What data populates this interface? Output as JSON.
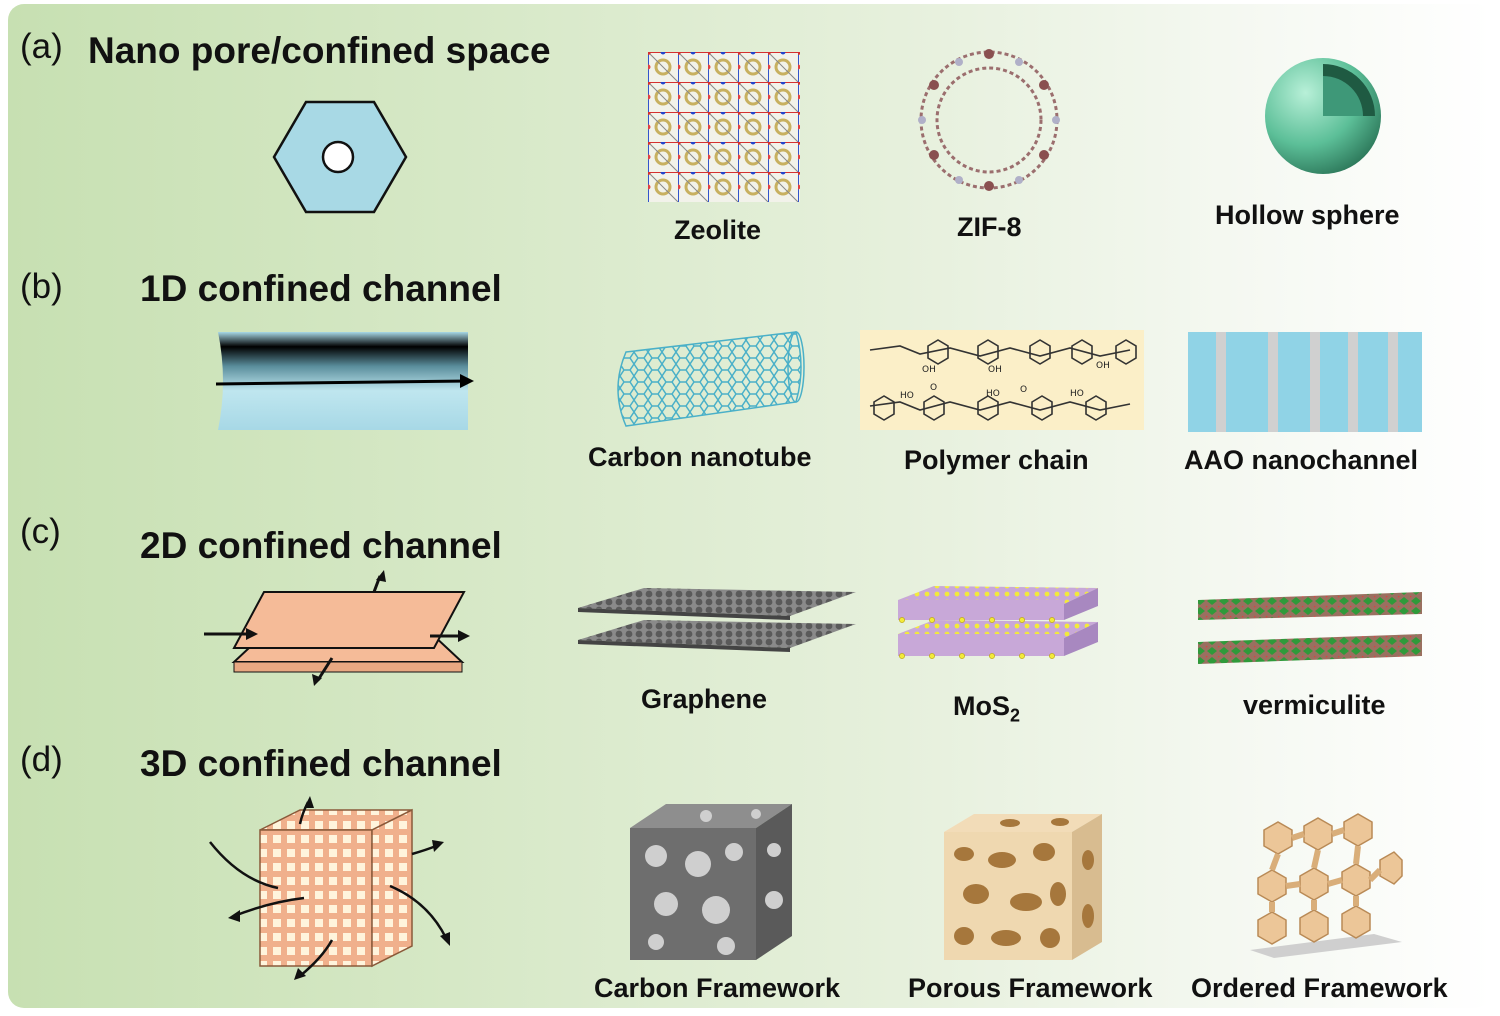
{
  "rows": [
    {
      "letter": "(a)",
      "heading": "Nano pore/confined space",
      "items": [
        "Zeolite",
        "ZIF-8",
        "Hollow sphere"
      ]
    },
    {
      "letter": "(b)",
      "heading": "1D confined channel",
      "items": [
        "Carbon nanotube",
        "Polymer chain",
        "AAO nanochannel"
      ]
    },
    {
      "letter": "(c)",
      "heading": "2D confined channel",
      "items": [
        "Graphene",
        "MoS",
        "vermiculite"
      ],
      "mos2_subscript": "2"
    },
    {
      "letter": "(d)",
      "heading": "3D confined channel",
      "items": [
        "Carbon  Framework",
        "Porous Framework",
        "Ordered Framework"
      ]
    }
  ],
  "polymer_labels": {
    "oh": "OH",
    "ho": "HO",
    "o": "O"
  },
  "colors": {
    "panel_left": "#c7e0b2",
    "panel_right": "#ffffff",
    "channel_blue": "#a7d8e6",
    "sheet_orange": "#f5bb98",
    "graphene_gray": "#777777",
    "mos2_purple": "#c8a8d8",
    "mos2_sulfur": "#f2ea3a",
    "vermiculite_green": "#2f9a3a",
    "framework_tan": "#e8c89a"
  }
}
